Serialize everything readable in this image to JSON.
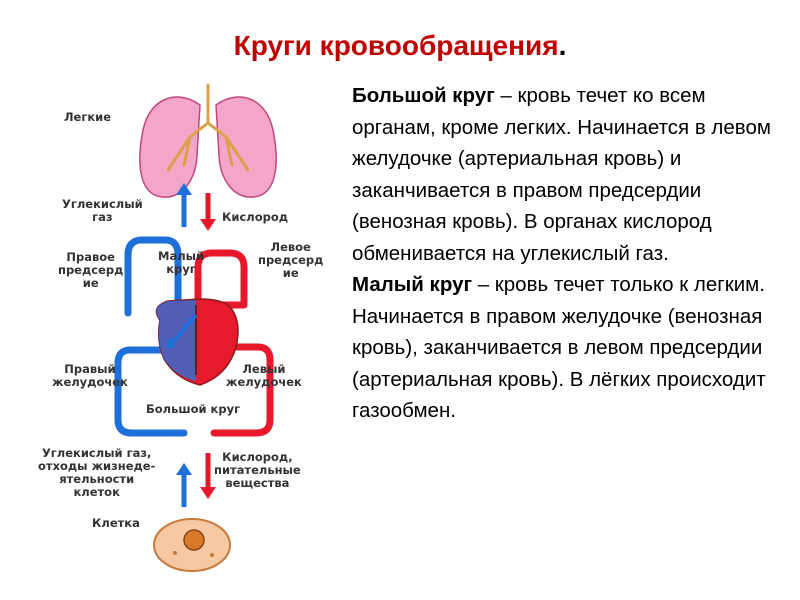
{
  "title": "Круги кровообращения",
  "title_dot": ".",
  "diagram": {
    "lungs": "Легкие",
    "co2_top": "Углекислый\nгаз",
    "oxygen": "Кислород",
    "right_atrium": "Правое\nпредсерд\nие",
    "small_circle": "Малый\nкруг",
    "left_atrium": "Левое\nпредсерд\nие",
    "right_ventricle": "Правый\nжелудочек",
    "left_ventricle": "Левый\nжелудочек",
    "big_circle": "Большой круг",
    "co2_bottom": "Углекислый газ,\nотходы жизнеде-\nятельности\nклеток",
    "oxygen_nutrients": "Кислород,\nпитательные\nвещества",
    "cell": "Клетка"
  },
  "text": {
    "big_term": "Большой круг",
    "big_desc": " – кровь течет ко всем органам, кроме легких. Начинается в левом желудочке (артериальная кровь) и заканчивается в правом предсердии (венозная кровь). В органах кислород обменивается на углекислый газ.",
    "small_term": "Малый круг",
    "small_desc": " – кровь течет только к легким. Начинается в правом желудочке (венозная кровь), заканчивается в левом предсердии (артериальная кровь). В лёгких происходит газообмен."
  },
  "colors": {
    "title": "#c00000",
    "arterial": "#e8192c",
    "venous": "#1e6fd9",
    "lungs": "#f4a6c8",
    "cell": "#f7c9a3"
  }
}
